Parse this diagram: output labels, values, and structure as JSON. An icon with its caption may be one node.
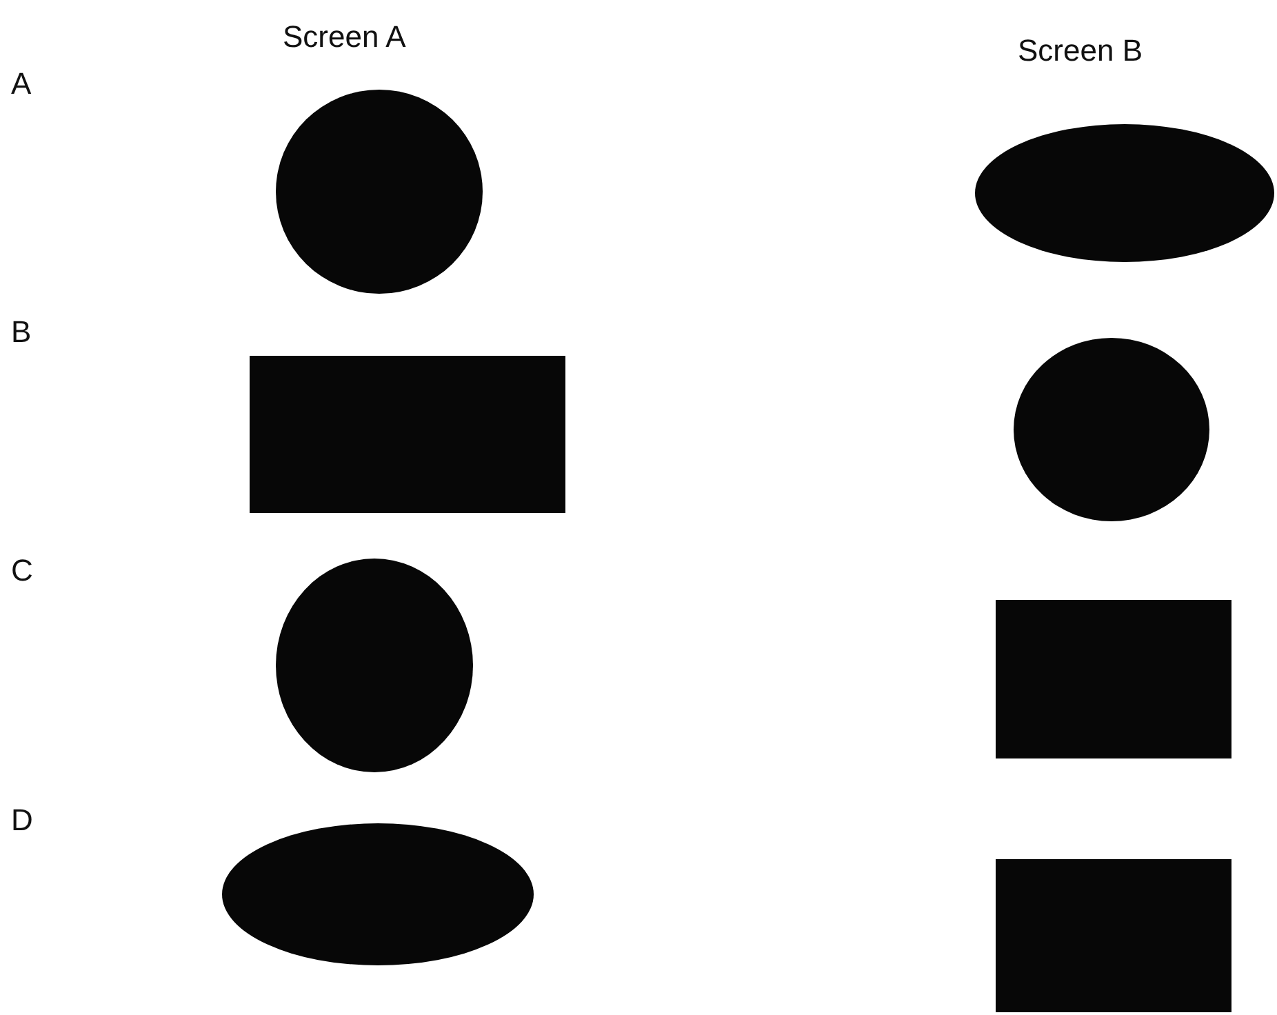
{
  "diagram": {
    "nodes": [
      {
        "text": [],
        "shape": "circle"
      },
      {
        "text": [],
        "shape": "ellipse"
      },
      {
        "text": [],
        "shape": "box"
      },
      {
        "text": [],
        "shape": "circle"
      },
      {
        "text": [],
        "shape": "circle"
      },
      {
        "text": [],
        "shape": "box"
      },
      {
        "text": [],
        "shape": "ellipse"
      },
      {
        "text": [],
        "shape": "box"
      }
    ],
    "labels": [
      "Screen A",
      "Screen B",
      "A",
      "B",
      "C",
      "D"
    ]
  }
}
